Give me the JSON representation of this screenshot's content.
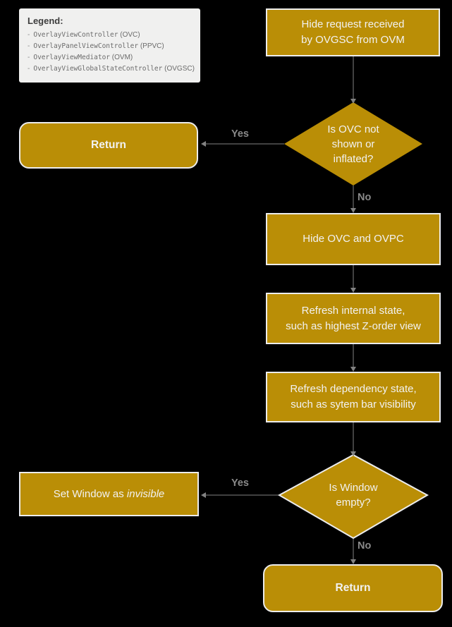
{
  "colors": {
    "background": "#000000",
    "node_fill": "#ba8e06",
    "node_border": "#ececec",
    "node_text": "#f2f2f2",
    "connector": "#828282",
    "edge_label": "#8a8a8a",
    "legend_bg": "#f0f0ef"
  },
  "legend": {
    "title": "Legend:",
    "bullet": "-",
    "items": [
      {
        "name": "OverlayViewController",
        "acronym": "(OVC)"
      },
      {
        "name": "OverlayPanelViewController",
        "acronym": "(PPVC)"
      },
      {
        "name": "OverlayViewMediator",
        "acronym": "(OVM)"
      },
      {
        "name": "OverlayViewGlobalStateController",
        "acronym": "(OVGSC)"
      }
    ]
  },
  "nodes": {
    "start": {
      "line1": "Hide request received",
      "line2": "by OVGSC from OVM"
    },
    "decision_ovc": {
      "line1": "Is OVC not",
      "line2": "shown or",
      "line3": "inflated?"
    },
    "return_top": {
      "label": "Return"
    },
    "hide_ovc": {
      "label": "Hide OVC and OVPC"
    },
    "refresh_internal": {
      "line1": "Refresh internal state,",
      "line2": "such as highest Z-order view"
    },
    "refresh_dependency": {
      "line1": "Refresh dependency state,",
      "line2": "such as sytem bar visibility"
    },
    "decision_window": {
      "line1": "Is Window",
      "line2": "empty?"
    },
    "set_window": {
      "prefix": "Set Window as ",
      "emphasis": "invisible"
    },
    "return_bottom": {
      "label": "Return"
    }
  },
  "edge_labels": {
    "yes1": "Yes",
    "no1": "No",
    "yes2": "Yes",
    "no2": "No"
  }
}
